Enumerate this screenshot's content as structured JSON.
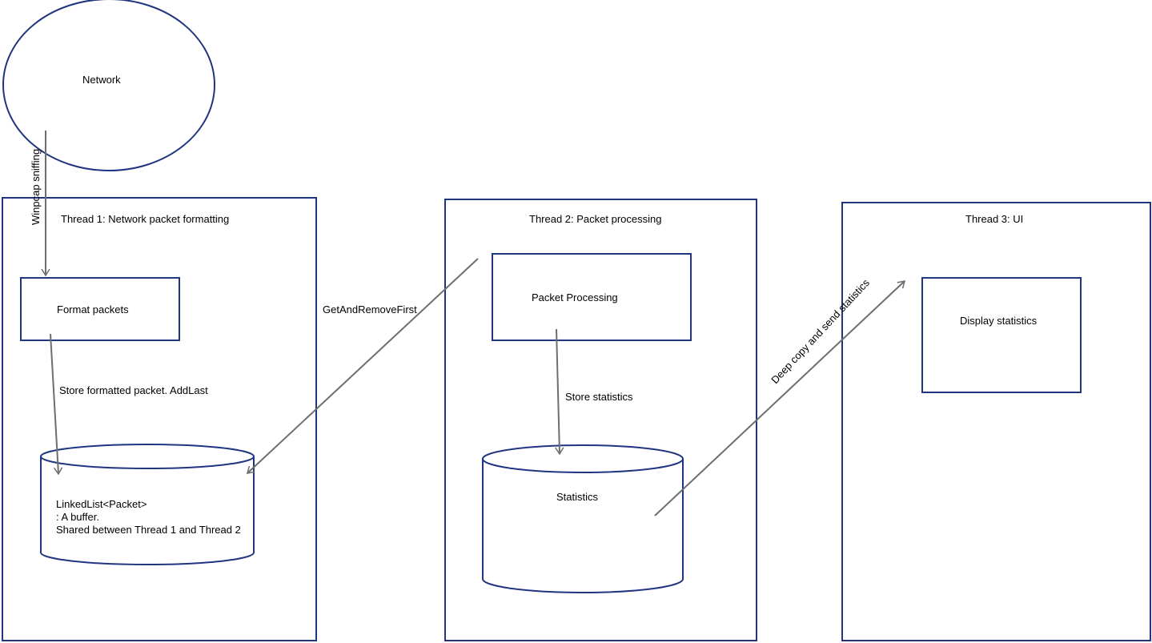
{
  "colors": {
    "shape_stroke": "#1f3580",
    "arrow_stroke": "#6e6e6e",
    "background": "#ffffff"
  },
  "nodes": {
    "network": "Network",
    "thread1": "Thread 1: Network packet formatting",
    "thread2": "Thread 2: Packet processing",
    "thread3": "Thread 3: UI",
    "format_packets": "Format packets",
    "packet_processing": "Packet Processing",
    "display_statistics": "Display statistics",
    "linked_list": {
      "line1": "LinkedList<Packet>",
      "line2": ": A buffer.",
      "line3": "Shared between Thread 1 and Thread 2"
    },
    "statistics": "Statistics"
  },
  "edges": {
    "winpcap": "Winpcap sniffing",
    "store_formatted": "Store formatted packet. AddLast",
    "get_and_remove": "GetAndRemoveFirst",
    "store_statistics": "Store statistics",
    "deep_copy": "Deep copy and send statistics"
  }
}
